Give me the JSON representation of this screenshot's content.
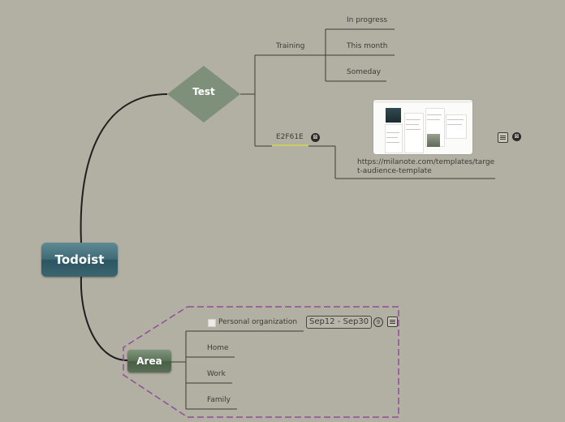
{
  "root": {
    "label": "Todoist"
  },
  "test": {
    "label": "Test",
    "training": {
      "label": "Training",
      "children": [
        "In progress",
        "This month",
        "Someday"
      ]
    },
    "link_node": {
      "label": "E2F61E",
      "url": "https://milanote.com/templates/target-audience-template"
    }
  },
  "area": {
    "label": "Area",
    "children": [
      {
        "label": "Personal organization",
        "date": "Sep12 - Sep30",
        "count": "9"
      },
      {
        "label": "Home"
      },
      {
        "label": "Work"
      },
      {
        "label": "Family"
      }
    ]
  },
  "colors": {
    "background": "#b2afa3",
    "root_fill": "#3f6b77",
    "test_fill": "#7e9079",
    "area_fill": "#5c7358",
    "boundary": "#8f4f97",
    "link_underline": "#d6e03a"
  },
  "icons": [
    "hyperlink-icon",
    "note-icon",
    "task-count-icon",
    "checkbox-icon"
  ]
}
